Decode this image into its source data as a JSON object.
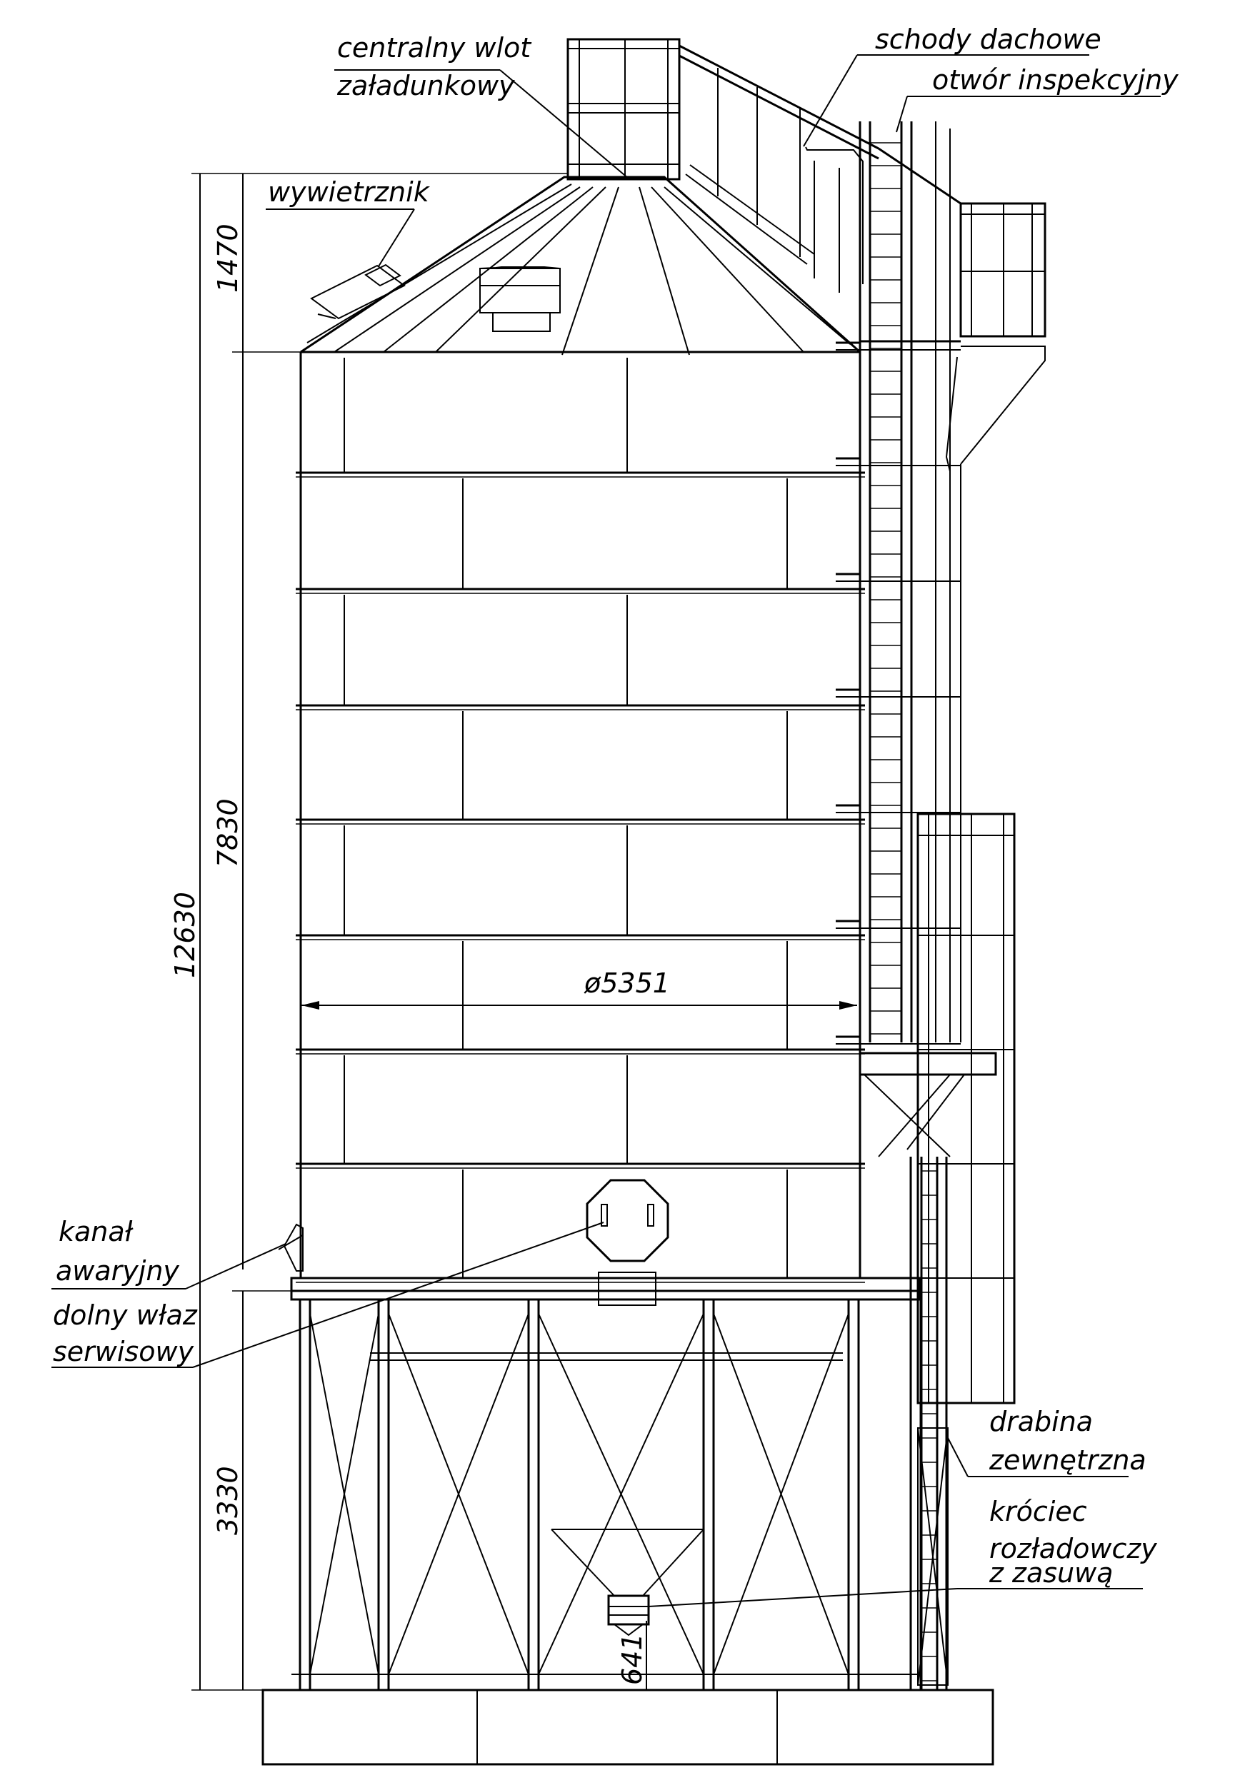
{
  "labels": {
    "inlet_line1": "centralny wlot",
    "inlet_line2": "załadunkowy",
    "roof_stairs": "schody dachowe",
    "inspection": "otwór inspekcyjny",
    "vent": "wywietrznik",
    "emergency_line1": "kanał",
    "emergency_line2": "awaryjny",
    "manhole_line1": "dolny właz",
    "manhole_line2": "serwisowy",
    "ladder_line1": "drabina",
    "ladder_line2": "zewnętrzna",
    "outlet_line1": "króciec",
    "outlet_line2": "rozładowczy",
    "outlet_line3": "z zasuwą"
  },
  "dimensions": {
    "total_height": "12630",
    "roof_height": "1470",
    "body_height": "7830",
    "leg_height": "3330",
    "outlet_height": "641",
    "diameter": "ø5351"
  }
}
